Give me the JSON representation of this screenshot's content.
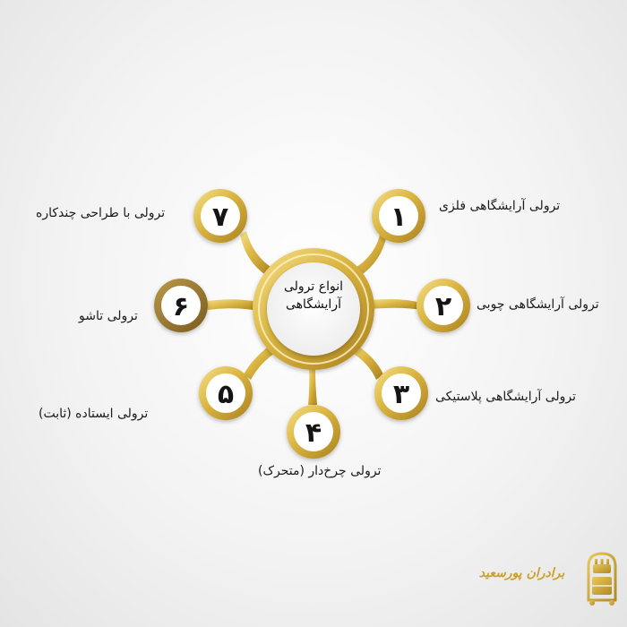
{
  "center": {
    "line1": "انواع ترولی",
    "line2": "آرایشگاهی"
  },
  "nodes": [
    {
      "number": "۱",
      "label": "ترولی آرایشگاهی فلزی"
    },
    {
      "number": "۲",
      "label": "ترولی آرایشگاهی چوبی"
    },
    {
      "number": "۳",
      "label": "ترولی آرایشگاهی پلاستیکی"
    },
    {
      "number": "۴",
      "label": "ترولی چرخ‌دار (متحرک)"
    },
    {
      "number": "۵",
      "label": "ترولی ایستاده (ثابت)"
    },
    {
      "number": "۶",
      "label": "ترولی تاشو"
    },
    {
      "number": "۷",
      "label": "ترولی با طراحی چندکاره"
    }
  ],
  "logo": {
    "text": "برادران پورسعید"
  },
  "colors": {
    "gold_light": "#f3d97a",
    "gold": "#d6b243",
    "gold_dark": "#b18a22",
    "brown": "#8a6a2a"
  }
}
